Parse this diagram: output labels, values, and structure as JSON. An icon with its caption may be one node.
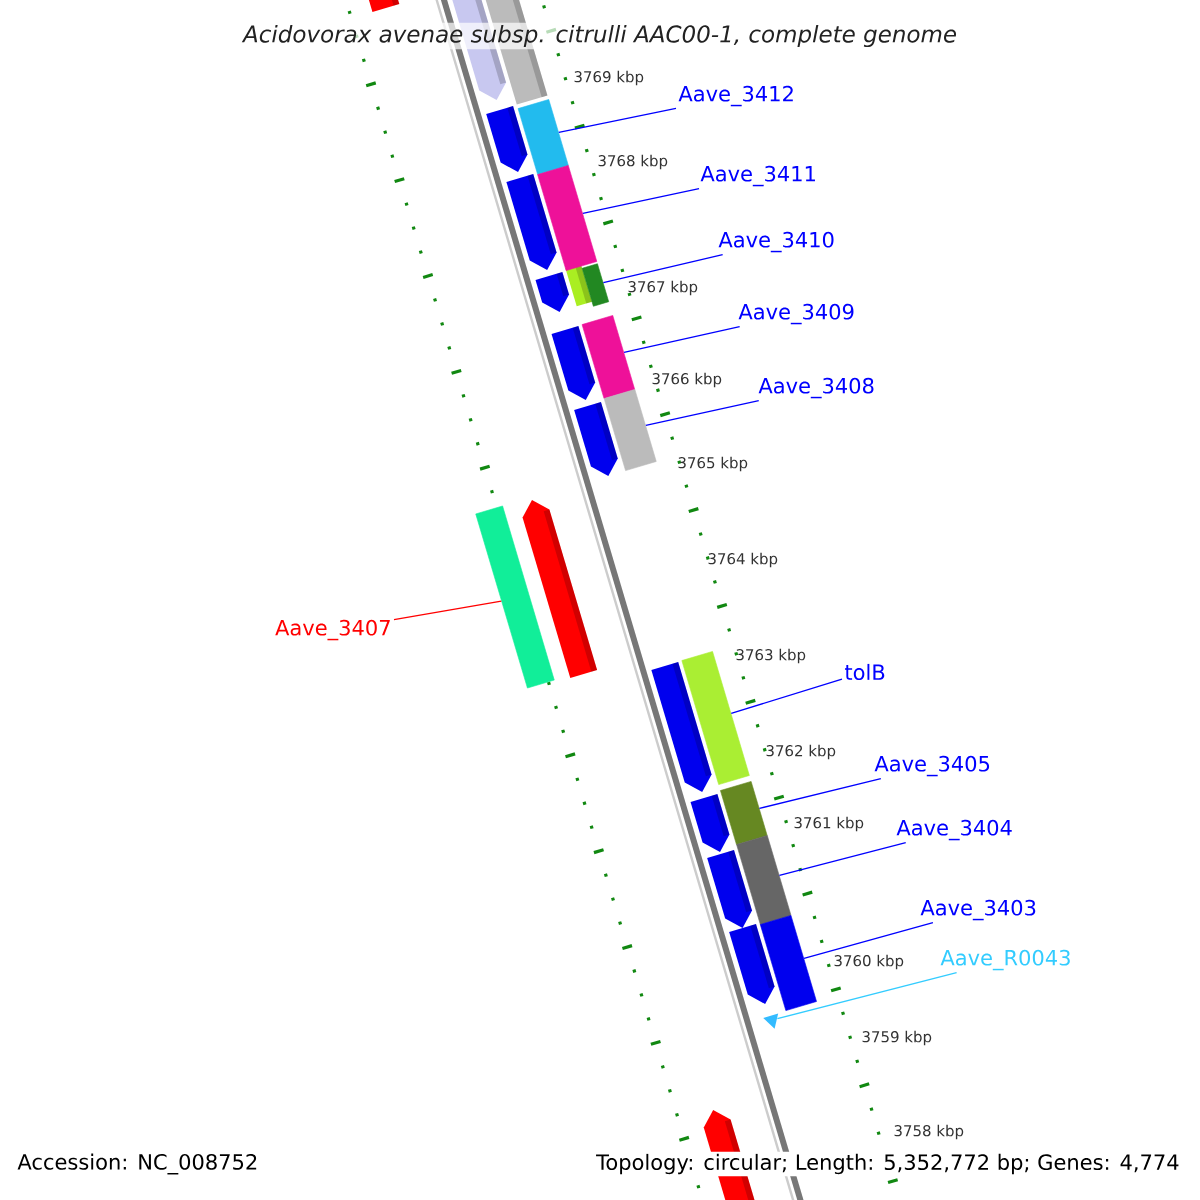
{
  "diagram": {
    "title": "Acidovorax avenae subsp. citrulli AAC00-1, complete genome",
    "nodes": [
      {
        "text": [
          "Aave_3412"
        ]
      },
      {
        "text": [
          "Aave_3411"
        ]
      },
      {
        "text": [
          "Aave_3410"
        ]
      },
      {
        "text": [
          "Aave_3409"
        ]
      },
      {
        "text": [
          "Aave_3408"
        ]
      },
      {
        "text": [
          "Aave_3407"
        ]
      },
      {
        "text": [
          "tolB"
        ]
      },
      {
        "text": [
          "Aave_3405"
        ]
      },
      {
        "text": [
          "Aave_3404"
        ]
      },
      {
        "text": [
          "Aave_3403"
        ]
      },
      {
        "text": [
          "Aave_R0043"
        ]
      },
      {
        "text": [],
        "shape": "bar"
      },
      {
        "text": [],
        "shape": "bar"
      },
      {
        "text": [],
        "shape": "bar"
      },
      {
        "text": [],
        "shape": "bar"
      },
      {
        "text": [],
        "shape": "bar"
      },
      {
        "text": [],
        "shape": "bar"
      },
      {
        "text": [],
        "shape": "bar"
      },
      {
        "text": [],
        "shape": "bar"
      },
      {
        "text": [],
        "shape": "bar"
      },
      {
        "text": [],
        "shape": "bar"
      },
      {
        "text": [],
        "shape": "triangle"
      }
    ],
    "edges": [
      {
        "from": 0,
        "to": 11,
        "arrow": "none"
      },
      {
        "from": 1,
        "to": 12,
        "arrow": "none"
      },
      {
        "from": 2,
        "to": 13,
        "arrow": "none"
      },
      {
        "from": 3,
        "to": 14,
        "arrow": "none"
      },
      {
        "from": 4,
        "to": 15,
        "arrow": "none"
      },
      {
        "from": 5,
        "to": 16,
        "arrow": "none",
        "color": "#ff0000"
      },
      {
        "from": 6,
        "to": 17,
        "arrow": "none"
      },
      {
        "from": 7,
        "to": 18,
        "arrow": "none"
      },
      {
        "from": 8,
        "to": 19,
        "arrow": "none"
      },
      {
        "from": 9,
        "to": 20,
        "arrow": "none"
      },
      {
        "from": 10,
        "to": 21,
        "arrow": "none",
        "color": "#33ccff"
      }
    ],
    "labels": [
      "3769 kbp",
      "3768 kbp",
      "3767 kbp",
      "3766 kbp",
      "3765 kbp",
      "3764 kbp",
      "3763 kbp",
      "3762 kbp",
      "3761 kbp",
      "3760 kbp",
      "3759 kbp",
      "3758 kbp",
      "Accession: NC_008752",
      "Topology: circular; Length: 5,352,772 bp; Genes: 4,774"
    ]
  }
}
